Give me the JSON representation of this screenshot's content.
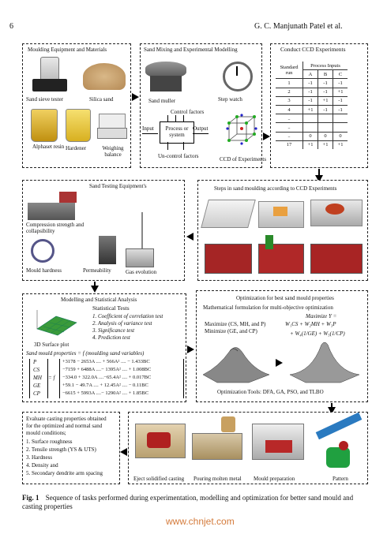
{
  "header": {
    "page_number": "6",
    "authors": "G. C. Manjunath Patel et al."
  },
  "box1": {
    "title": "Moulding Equipment and Materials",
    "items": [
      "Sand sieve tester",
      "Silica sand",
      "Alphaset resin",
      "Hardener",
      "Weighing balance"
    ]
  },
  "box2": {
    "title": "Sand Mixing and Experimental Modelling",
    "sand_muller": "Sand muller",
    "step_watch": "Step watch",
    "control_factors": "Control factors",
    "input": "Input",
    "process": "Process or system",
    "output": "Output",
    "uncontrol": "Un-control factors",
    "ccd": "CCD of Experiments"
  },
  "box3": {
    "title": "Conduct CCD Experiments",
    "col1": "Standard run",
    "col2": "Process Inputs",
    "abc": [
      "A",
      "B",
      "C"
    ],
    "rows": [
      [
        "1",
        "-1",
        "-1",
        "-1"
      ],
      [
        "2",
        "-1",
        "-1",
        "+1"
      ],
      [
        "3",
        "-1",
        "+1",
        "-1"
      ],
      [
        "4",
        "+1",
        "-1",
        "-1"
      ],
      [
        "..",
        "",
        "",
        ""
      ],
      [
        "..",
        "",
        "",
        ""
      ],
      [
        "..",
        "0",
        "0",
        "0"
      ],
      [
        "17",
        "+1",
        "+1",
        "+1"
      ]
    ]
  },
  "box4": {
    "title": "Sand Testing Equipment's",
    "items": [
      "Compression strength and collapsibility",
      "Mould hardness",
      "Permeability",
      "Gas evolution"
    ]
  },
  "box5": {
    "title": "Steps in sand moulding according to CCD Experiments"
  },
  "box6": {
    "title": "Modelling and Statistical Analysis",
    "plot_label": "3D Surface plot",
    "tests_title": "Statistical Tests",
    "tests": [
      "1. Coefficient of correlation test",
      "2. Analysis of variance test",
      "3. Significance test",
      "4. Prediction test"
    ],
    "model": "Sand mould properties = f (moulding sand variables)",
    "vars": [
      "P",
      "CS",
      "MH",
      "GE",
      "CP"
    ],
    "eqs": [
      "+3178 − 2653A .... + 566A² .... − 1.433BC",
      "−7159 + 6488A ....− 1395A² .... + 1.008BC",
      "−334.0 + 322.0A ....−65.4A² .... + 0.017BC",
      "+59.1 − 49.7A .... + 12.45A² .... − 0.11BC",
      "−6615 + 5993A ....− 1290A² .... + 1.85BC"
    ],
    "f": "= f"
  },
  "box7": {
    "title": "Optimization for best sand mould properties",
    "subtitle": "Mathematical formulation for multi-objective optimization",
    "maximize": "Maximize (CS, MH, and P)",
    "minimize": "Minimize (GE, and CP)",
    "formula1": "Maximize Y =",
    "formula2": "W₁CS + W₂MH + W₃P",
    "formula3": "+ W₄(1/GE) + W₅(1/CP)",
    "tools": "Optimization Tools: DFA, GA, PSO, and TLBO"
  },
  "box8": {
    "lines": [
      "Evaluate casting properties obtained",
      "for the optimized and normal sand",
      "mould conditions;",
      "1. Surface roughness",
      "2. Tensile strength (YS & UTS)",
      "3. Hardness",
      "4. Density and",
      "5. Secondary dendrite arm spacing"
    ]
  },
  "box9": {
    "labels": [
      "Eject solidified casting",
      "Pouring molten metal",
      "Mould preparation",
      "Pattern"
    ]
  },
  "caption": {
    "label": "Fig. 1",
    "text": "Sequence of tasks performed during experimentation, modelling and optimization for better sand mould and casting properties"
  },
  "watermark": "www.chnjet.com",
  "colors": {
    "sand": "#c8a070",
    "resin": "#d8b020",
    "mould_red": "#b02020",
    "plot_green": "#3a9a3a",
    "pattern_blue": "#2a7ac0",
    "pattern_green": "#20a040"
  }
}
